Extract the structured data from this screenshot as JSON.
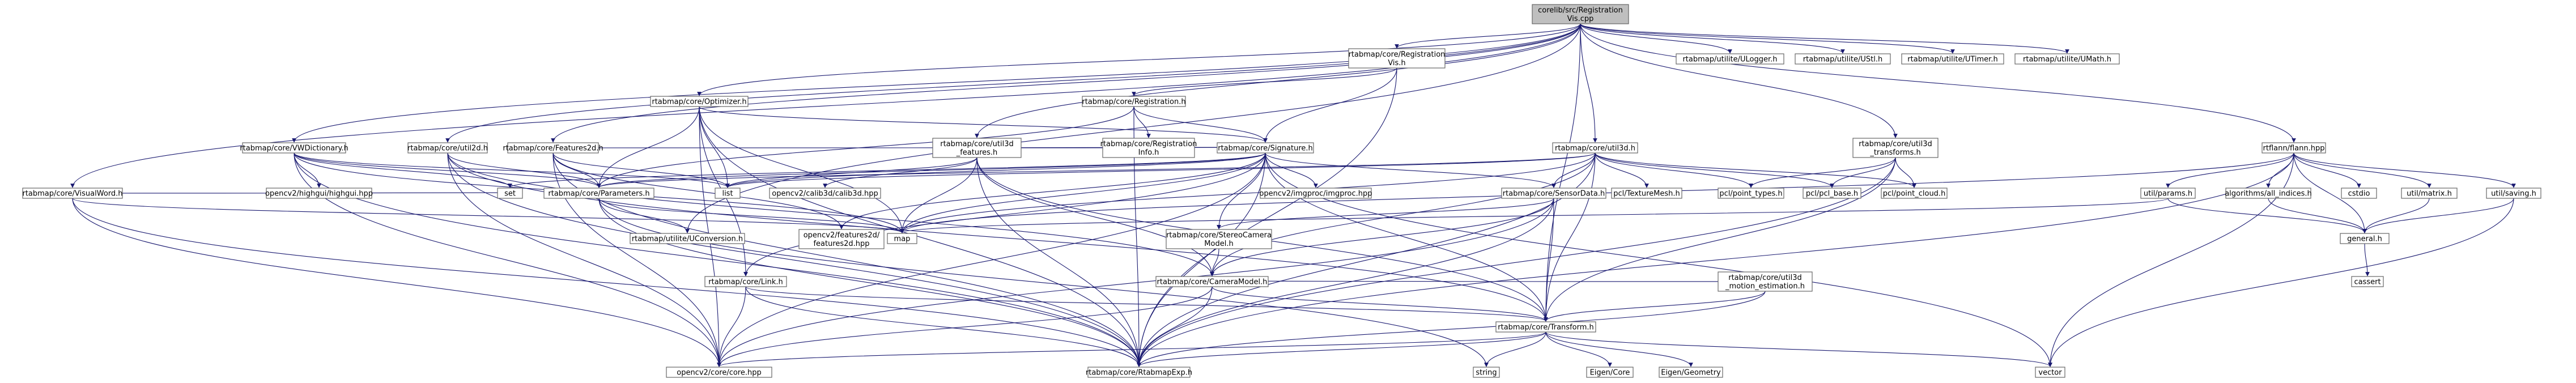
{
  "diagram": {
    "root": "corelib/src/RegistrationVis.cpp",
    "colors": {
      "edge": "#191970",
      "root_fill": "#bfbfbf",
      "node_fill": "#ffffff",
      "node_border": "#666666",
      "missing_border": "#ff0000"
    },
    "nodes": [
      {
        "id": "root",
        "lines": [
          "corelib/src/Registration",
          "Vis.cpp"
        ],
        "kind": "root"
      },
      {
        "id": "regvis",
        "lines": [
          "rtabmap/core/Registration",
          "Vis.h"
        ]
      },
      {
        "id": "ulogger",
        "lines": [
          "rtabmap/utilite/ULogger.h"
        ]
      },
      {
        "id": "ustl",
        "lines": [
          "rtabmap/utilite/UStl.h"
        ]
      },
      {
        "id": "utimer",
        "lines": [
          "rtabmap/utilite/UTimer.h"
        ]
      },
      {
        "id": "umath",
        "lines": [
          "rtabmap/utilite/UMath.h"
        ]
      },
      {
        "id": "optimizer",
        "lines": [
          "rtabmap/core/Optimizer.h"
        ]
      },
      {
        "id": "registration",
        "lines": [
          "rtabmap/core/Registration.h"
        ]
      },
      {
        "id": "flann",
        "lines": [
          "rtflann/flann.hpp"
        ]
      },
      {
        "id": "vwdict",
        "lines": [
          "rtabmap/core/VWDictionary.h"
        ]
      },
      {
        "id": "util2d",
        "lines": [
          "rtabmap/core/util2d.h"
        ]
      },
      {
        "id": "features2d",
        "lines": [
          "rtabmap/core/Features2d.h"
        ]
      },
      {
        "id": "util3dfeat",
        "lines": [
          "rtabmap/core/util3d",
          "_features.h"
        ]
      },
      {
        "id": "reginfo",
        "lines": [
          "rtabmap/core/Registration",
          "Info.h"
        ]
      },
      {
        "id": "signature",
        "lines": [
          "rtabmap/core/Signature.h"
        ]
      },
      {
        "id": "util3d",
        "lines": [
          "rtabmap/core/util3d.h"
        ]
      },
      {
        "id": "util3dtrans",
        "lines": [
          "rtabmap/core/util3d",
          "_transforms.h"
        ]
      },
      {
        "id": "visualword",
        "lines": [
          "rtabmap/core/VisualWord.h"
        ]
      },
      {
        "id": "parameters",
        "lines": [
          "rtabmap/core/Parameters.h"
        ],
        "missing": true
      },
      {
        "id": "highgui",
        "lines": [
          "opencv2/highgui/highgui.hpp"
        ]
      },
      {
        "id": "set",
        "lines": [
          "set"
        ]
      },
      {
        "id": "list",
        "lines": [
          "list"
        ]
      },
      {
        "id": "calib3d",
        "lines": [
          "opencv2/calib3d/calib3d.hpp"
        ]
      },
      {
        "id": "imgproc",
        "lines": [
          "opencv2/imgproc/imgproc.hpp"
        ]
      },
      {
        "id": "sensordata",
        "lines": [
          "rtabmap/core/SensorData.h"
        ],
        "missing": true
      },
      {
        "id": "texturemesh",
        "lines": [
          "pcl/TextureMesh.h"
        ]
      },
      {
        "id": "pointtypes",
        "lines": [
          "pcl/point_types.h"
        ]
      },
      {
        "id": "pclbase",
        "lines": [
          "pcl/pcl_base.h"
        ]
      },
      {
        "id": "pointcloud",
        "lines": [
          "pcl/point_cloud.h"
        ]
      },
      {
        "id": "params",
        "lines": [
          "util/params.h"
        ],
        "missing": true
      },
      {
        "id": "allindices",
        "lines": [
          "algorithms/all_indices.h"
        ],
        "missing": true
      },
      {
        "id": "cstdio",
        "lines": [
          "cstdio"
        ]
      },
      {
        "id": "matrix",
        "lines": [
          "util/matrix.h"
        ],
        "missing": true
      },
      {
        "id": "saving",
        "lines": [
          "util/saving.h"
        ],
        "missing": true
      },
      {
        "id": "uconversion",
        "lines": [
          "rtabmap/utilite/UConversion.h"
        ]
      },
      {
        "id": "map",
        "lines": [
          "map"
        ]
      },
      {
        "id": "cvfeatures2d",
        "lines": [
          "opencv2/features2d/",
          "features2d.hpp"
        ]
      },
      {
        "id": "stereocam",
        "lines": [
          "rtabmap/core/StereoCamera",
          "Model.h"
        ]
      },
      {
        "id": "cameramodel",
        "lines": [
          "rtabmap/core/CameraModel.h"
        ],
        "missing": true
      },
      {
        "id": "motionest",
        "lines": [
          "rtabmap/core/util3d",
          "_motion_estimation.h"
        ]
      },
      {
        "id": "general",
        "lines": [
          "general.h"
        ],
        "missing": true
      },
      {
        "id": "cassert",
        "lines": [
          "cassert"
        ]
      },
      {
        "id": "link",
        "lines": [
          "rtabmap/core/Link.h"
        ]
      },
      {
        "id": "transform",
        "lines": [
          "rtabmap/core/Transform.h"
        ]
      },
      {
        "id": "cvcore",
        "lines": [
          "opencv2/core/core.hpp"
        ]
      },
      {
        "id": "rtabmapexp",
        "lines": [
          "rtabmap/core/RtabmapExp.h"
        ]
      },
      {
        "id": "string",
        "lines": [
          "string"
        ]
      },
      {
        "id": "eigencore",
        "lines": [
          "Eigen/Core"
        ]
      },
      {
        "id": "eigengeom",
        "lines": [
          "Eigen/Geometry"
        ]
      },
      {
        "id": "vector",
        "lines": [
          "vector"
        ]
      }
    ],
    "edges": [
      [
        "root",
        "regvis"
      ],
      [
        "root",
        "ulogger"
      ],
      [
        "root",
        "ustl"
      ],
      [
        "root",
        "utimer"
      ],
      [
        "root",
        "umath"
      ],
      [
        "root",
        "optimizer"
      ],
      [
        "root",
        "vwdict"
      ],
      [
        "root",
        "util2d"
      ],
      [
        "root",
        "features2d"
      ],
      [
        "root",
        "util3dfeat"
      ],
      [
        "root",
        "util3d"
      ],
      [
        "root",
        "util3dtrans"
      ],
      [
        "root",
        "visualword"
      ],
      [
        "root",
        "flann"
      ],
      [
        "root",
        "transform"
      ],
      [
        "root",
        "uconversion"
      ],
      [
        "regvis",
        "registration"
      ],
      [
        "regvis",
        "signature"
      ],
      [
        "regvis",
        "rtabmapexp"
      ],
      [
        "registration",
        "reginfo"
      ],
      [
        "registration",
        "signature"
      ],
      [
        "registration",
        "parameters"
      ],
      [
        "registration",
        "rtabmapexp"
      ],
      [
        "optimizer",
        "signature"
      ],
      [
        "optimizer",
        "parameters"
      ],
      [
        "optimizer",
        "link"
      ],
      [
        "optimizer",
        "list"
      ],
      [
        "optimizer",
        "map"
      ],
      [
        "optimizer",
        "rtabmapexp"
      ],
      [
        "optimizer",
        "cvcore"
      ],
      [
        "vwdict",
        "parameters"
      ],
      [
        "vwdict",
        "highgui"
      ],
      [
        "vwdict",
        "set"
      ],
      [
        "vwdict",
        "list"
      ],
      [
        "vwdict",
        "map"
      ],
      [
        "vwdict",
        "cvcore"
      ],
      [
        "vwdict",
        "rtabmapexp"
      ],
      [
        "util2d",
        "parameters"
      ],
      [
        "util2d",
        "cameramodel"
      ],
      [
        "util2d",
        "transform"
      ],
      [
        "util2d",
        "cvcore"
      ],
      [
        "util2d",
        "rtabmapexp"
      ],
      [
        "features2d",
        "parameters"
      ],
      [
        "features2d",
        "signature"
      ],
      [
        "features2d",
        "list"
      ],
      [
        "features2d",
        "cvfeatures2d"
      ],
      [
        "features2d",
        "cvcore"
      ],
      [
        "features2d",
        "rtabmapexp"
      ],
      [
        "util3dfeat",
        "signature"
      ],
      [
        "util3dfeat",
        "calib3d"
      ],
      [
        "util3dfeat",
        "list"
      ],
      [
        "util3dfeat",
        "map"
      ],
      [
        "util3dfeat",
        "transform"
      ],
      [
        "util3dfeat",
        "cameramodel"
      ],
      [
        "util3dfeat",
        "rtabmapexp"
      ],
      [
        "signature",
        "parameters"
      ],
      [
        "signature",
        "sensordata"
      ],
      [
        "signature",
        "link"
      ],
      [
        "signature",
        "list"
      ],
      [
        "signature",
        "set"
      ],
      [
        "signature",
        "map"
      ],
      [
        "signature",
        "imgproc"
      ],
      [
        "signature",
        "cvfeatures2d"
      ],
      [
        "signature",
        "transform"
      ],
      [
        "signature",
        "rtabmapexp"
      ],
      [
        "signature",
        "cvcore"
      ],
      [
        "signature",
        "vector"
      ],
      [
        "signature",
        "stereocam"
      ],
      [
        "util3d",
        "sensordata"
      ],
      [
        "util3d",
        "parameters"
      ],
      [
        "util3d",
        "texturemesh"
      ],
      [
        "util3d",
        "pointtypes"
      ],
      [
        "util3d",
        "pclbase"
      ],
      [
        "util3d",
        "pointcloud"
      ],
      [
        "util3d",
        "cameramodel"
      ],
      [
        "util3d",
        "transform"
      ],
      [
        "util3d",
        "rtabmapexp"
      ],
      [
        "util3d",
        "map"
      ],
      [
        "util3d",
        "list"
      ],
      [
        "util3dtrans",
        "pointtypes"
      ],
      [
        "util3dtrans",
        "pclbase"
      ],
      [
        "util3dtrans",
        "pointcloud"
      ],
      [
        "util3dtrans",
        "transform"
      ],
      [
        "util3dtrans",
        "rtabmapexp"
      ],
      [
        "visualword",
        "map"
      ],
      [
        "visualword",
        "cvcore"
      ],
      [
        "visualword",
        "rtabmapexp"
      ],
      [
        "visualword",
        "set"
      ],
      [
        "parameters",
        "map"
      ],
      [
        "parameters",
        "uconversion"
      ],
      [
        "parameters",
        "string"
      ],
      [
        "parameters",
        "rtabmapexp"
      ],
      [
        "sensordata",
        "stereocam"
      ],
      [
        "sensordata",
        "cameramodel"
      ],
      [
        "sensordata",
        "transform"
      ],
      [
        "sensordata",
        "rtabmapexp"
      ],
      [
        "sensordata",
        "cvcore"
      ],
      [
        "stereocam",
        "cameramodel"
      ],
      [
        "cameramodel",
        "transform"
      ],
      [
        "cameramodel",
        "rtabmapexp"
      ],
      [
        "cameramodel",
        "cvcore"
      ],
      [
        "motionest",
        "cameramodel"
      ],
      [
        "motionest",
        "transform"
      ],
      [
        "motionest",
        "rtabmapexp"
      ],
      [
        "link",
        "transform"
      ],
      [
        "link",
        "cvcore"
      ],
      [
        "link",
        "rtabmapexp"
      ],
      [
        "transform",
        "cvcore"
      ],
      [
        "transform",
        "rtabmapexp"
      ],
      [
        "transform",
        "string"
      ],
      [
        "transform",
        "eigencore"
      ],
      [
        "transform",
        "eigengeom"
      ],
      [
        "transform",
        "vector"
      ],
      [
        "flann",
        "params"
      ],
      [
        "flann",
        "allindices"
      ],
      [
        "flann",
        "cstdio"
      ],
      [
        "flann",
        "matrix"
      ],
      [
        "flann",
        "saving"
      ],
      [
        "flann",
        "general"
      ],
      [
        "flann",
        "vector"
      ],
      [
        "flann",
        "rtabmapexp"
      ],
      [
        "flann",
        "map"
      ],
      [
        "params",
        "general"
      ],
      [
        "params",
        "map"
      ],
      [
        "allindices",
        "general"
      ],
      [
        "matrix",
        "general"
      ],
      [
        "saving",
        "general"
      ],
      [
        "saving",
        "vector"
      ],
      [
        "general",
        "cassert"
      ]
    ]
  }
}
